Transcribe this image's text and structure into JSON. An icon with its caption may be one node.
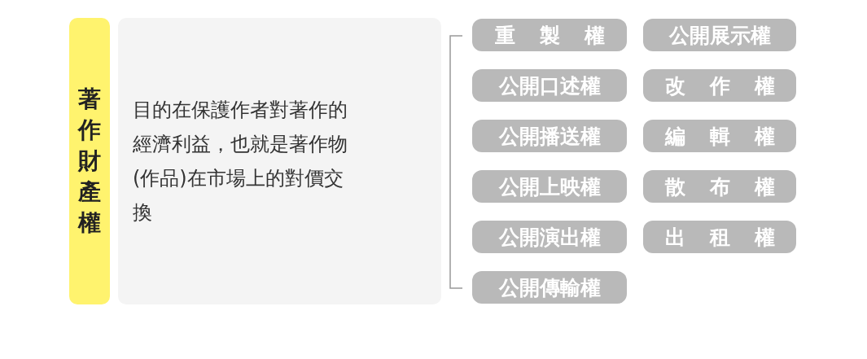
{
  "diagram": {
    "nodes": [
      {
        "text": [
          "著作財產權"
        ]
      },
      {
        "text": [
          "目的在保護作者對著作的經濟利益，也就是著作物(作品)在市場上的對價交換"
        ]
      },
      {
        "text": [
          "重製權"
        ]
      },
      {
        "text": [
          "公開展示權"
        ]
      },
      {
        "text": [
          "公開口述權"
        ]
      },
      {
        "text": [
          "改作權"
        ]
      },
      {
        "text": [
          "公開播送權"
        ]
      },
      {
        "text": [
          "編輯權"
        ]
      },
      {
        "text": [
          "公開上映權"
        ]
      },
      {
        "text": [
          "散布權"
        ]
      },
      {
        "text": [
          "公開演出權"
        ]
      },
      {
        "text": [
          "出租權"
        ]
      },
      {
        "text": [
          "公開傳輸權"
        ]
      }
    ]
  }
}
